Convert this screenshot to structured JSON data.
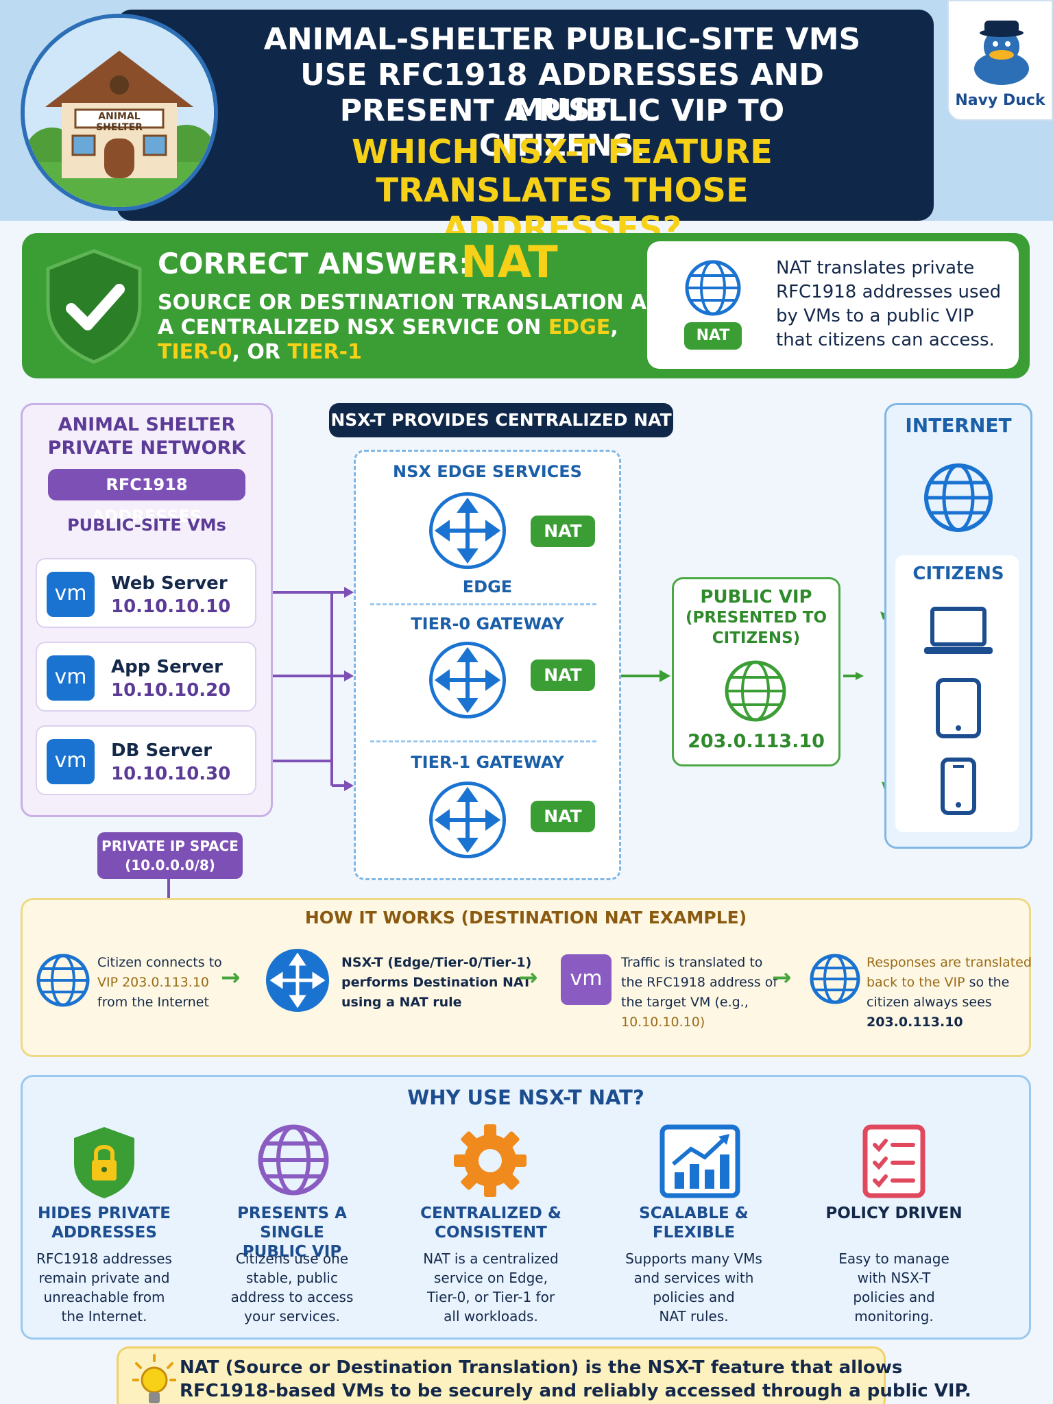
{
  "header": {
    "title_lines": [
      "ANIMAL-SHELTER PUBLIC-SITE VMS",
      "USE RFC1918 ADDRESSES AND MUST",
      "PRESENT A PUBLIC VIP TO CITIZENS."
    ],
    "question_lines": [
      "WHICH NSX-T FEATURE",
      "TRANSLATES THOSE ADDRESSES?"
    ],
    "sign_text": "ANIMAL SHELTER",
    "logo_name": "Navy Duck"
  },
  "answer": {
    "label": "CORRECT ANSWER:",
    "value": "NAT",
    "sub_line1": "SOURCE OR DESTINATION TRANSLATION AS",
    "sub_line2_a": "A CENTRALIZED NSX SERVICE ON ",
    "sub_line2_b": "EDGE",
    "sub_line2_c": ",",
    "sub_line3_a": "TIER-0",
    "sub_line3_b": ", OR ",
    "sub_line3_c": "TIER-1",
    "card_badge": "NAT",
    "card_description": "NAT translates private RFC1918 addresses used by VMs to a public VIP that citizens can access."
  },
  "private_network": {
    "title_line1": "ANIMAL SHELTER",
    "title_line2": "PRIVATE NETWORK",
    "pill": "RFC1918 ADDRESSES",
    "vms_title": "PUBLIC-SITE VMs",
    "vm_badge": "vm",
    "vms": [
      {
        "name": "Web Server",
        "ip": "10.10.10.10"
      },
      {
        "name": "App Server",
        "ip": "10.10.10.20"
      },
      {
        "name": "DB Server",
        "ip": "10.10.10.30"
      }
    ],
    "ip_space_line1": "PRIVATE IP SPACE",
    "ip_space_line2": "(10.0.0.0/8)"
  },
  "nsx": {
    "title": "NSX-T PROVIDES CENTRALIZED NAT",
    "services_title": "NSX EDGE SERVICES",
    "edge_label": "EDGE",
    "tier0_label": "TIER-0 GATEWAY",
    "tier1_label": "TIER-1 GATEWAY",
    "nat_label": "NAT"
  },
  "vip": {
    "line1": "PUBLIC VIP",
    "line2": "(PRESENTED TO",
    "line3": "CITIZENS)",
    "address": "203.0.113.10"
  },
  "internet": {
    "title": "INTERNET",
    "citizens": "CITIZENS"
  },
  "how": {
    "title": "HOW IT WORKS (DESTINATION NAT EXAMPLE)",
    "vm_badge": "vm",
    "steps": [
      {
        "l1": "Citizen connects to",
        "l2": "VIP 203.0.113.10",
        "l3": "from the Internet"
      },
      {
        "l1": "NSX-T (Edge/Tier-0/Tier-1)",
        "l2": "performs Destination NAT",
        "l3": "using a NAT rule"
      },
      {
        "l1": "Traffic is translated to",
        "l2": "the RFC1918 address of",
        "l3": "the target VM (e.g.,",
        "l4": "10.10.10.10)"
      },
      {
        "l1": "Responses are translated",
        "l2a": "back to the VIP ",
        "l2b": "so the",
        "l3": "citizen always sees",
        "l4": "203.0.113.10"
      }
    ]
  },
  "why": {
    "title": "WHY USE NSX-T NAT?",
    "items": [
      {
        "h1": "HIDES PRIVATE",
        "h2": "ADDRESSES",
        "d": [
          "RFC1918 addresses",
          "remain private and",
          "unreachable from",
          "the Internet."
        ],
        "icon": "shield-lock-icon",
        "color": "#3b9e35"
      },
      {
        "h1": "PRESENTS A SINGLE",
        "h2": "PUBLIC VIP",
        "d": [
          "Citizens use one",
          "stable, public",
          "address to access",
          "your services."
        ],
        "icon": "globe-icon",
        "color": "#8a5cc2"
      },
      {
        "h1": "CENTRALIZED &",
        "h2": "CONSISTENT",
        "d": [
          "NAT is a centralized",
          "service on Edge,",
          "Tier-0, or Tier-1 for",
          "all workloads."
        ],
        "icon": "gear-icon",
        "color": "#f08a1c"
      },
      {
        "h1": "SCALABLE &",
        "h2": "FLEXIBLE",
        "d": [
          "Supports many VMs",
          "and services with",
          "policies and",
          "NAT rules."
        ],
        "icon": "growth-chart-icon",
        "color": "#1a73d1"
      },
      {
        "h1": "POLICY DRIVEN",
        "h2": "",
        "d": [
          "Easy to manage",
          "with NSX-T",
          "policies and",
          "monitoring."
        ],
        "icon": "checklist-icon",
        "color": "#e0485e"
      }
    ]
  },
  "footer": {
    "line1": "NAT (Source or Destination Translation) is the NSX-T feature that allows",
    "line2": "RFC1918-based VMs to be securely and reliably accessed through a public VIP."
  }
}
